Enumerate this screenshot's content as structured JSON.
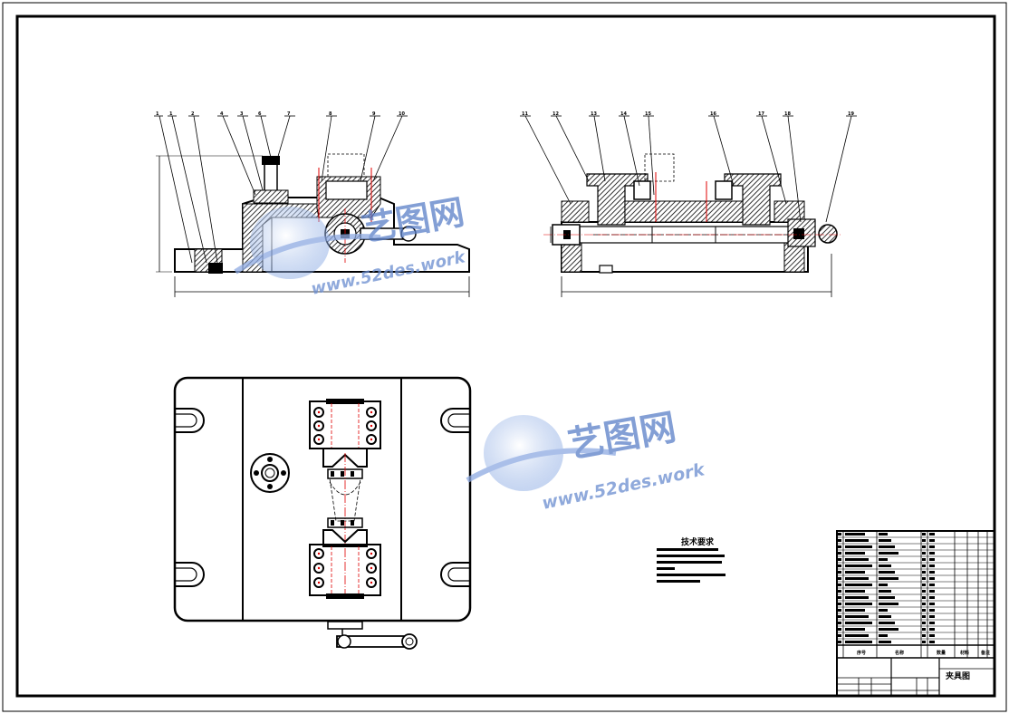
{
  "watermark": {
    "brand_cn": "艺图网",
    "site": "www.52des.work"
  },
  "colors": {
    "line": "#000000",
    "centerline": "#e00000",
    "watermark_blue": "#5a7fc8",
    "watermark_light": "#9bb5e6"
  },
  "front_view": {
    "part_labels": [
      "1",
      "1",
      "2",
      "4",
      "3",
      "6",
      "7",
      "8",
      "9",
      "10"
    ]
  },
  "side_view": {
    "part_labels": [
      "11",
      "12",
      "13",
      "14",
      "15",
      "16",
      "17",
      "18",
      "19"
    ]
  },
  "technical_notes": {
    "title": "技术要求"
  },
  "title_block": {
    "header_cells": [
      "序号",
      "名称",
      "数量",
      "材料",
      "备注"
    ],
    "drawing_name": "夹具图"
  }
}
